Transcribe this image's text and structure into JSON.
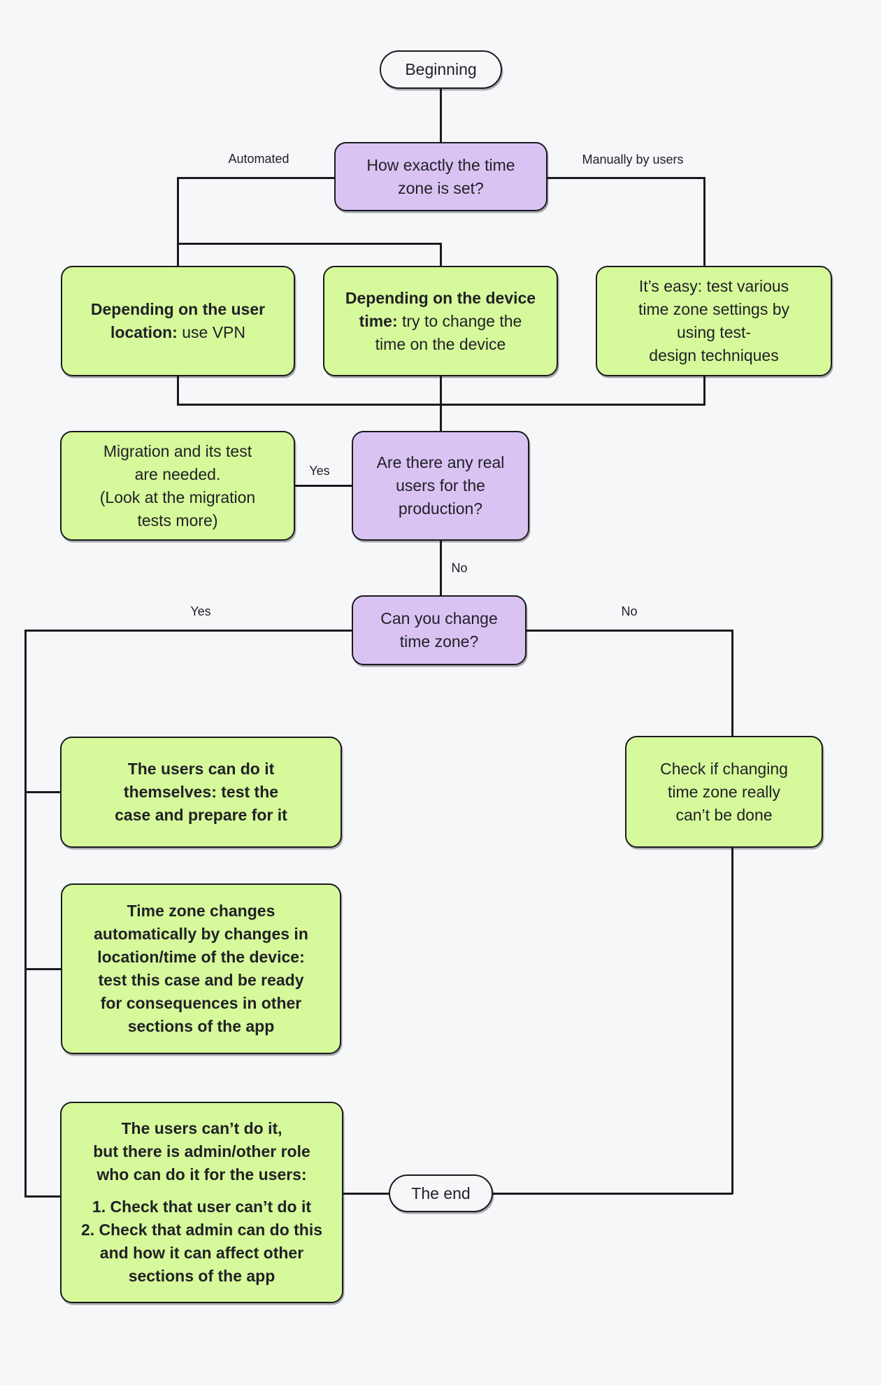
{
  "colors": {
    "background": "#f6f7f9",
    "decision_fill": "#d9c3f3",
    "action_fill": "#d6f99b",
    "stroke": "#1b1b1f",
    "text": "#212126"
  },
  "flowchart": {
    "start": {
      "label": "Beginning"
    },
    "q_time_zone_set": {
      "text": "How exactly the time\nzone is set?"
    },
    "by_location": {
      "bold": "Depending on the user\nlocation:",
      "rest": " use VPN"
    },
    "by_device_time": {
      "bold": "Depending on the device\ntime:",
      "rest": " try to change the\ntime on the device"
    },
    "manual_easy": {
      "text": "It’s easy: test various\ntime zone settings by\nusing test-\ndesign techniques"
    },
    "migration": {
      "text": "Migration and its test\nare needed.\n(Look at the migration\ntests more)"
    },
    "q_real_users": {
      "text": "Are there any real\nusers for the\nproduction?"
    },
    "q_can_change": {
      "text": "Can you change\ntime zone?"
    },
    "users_can_themselves": {
      "text": "The users can do it\nthemselves: test the\ncase and prepare for it"
    },
    "auto_changes": {
      "text": "Time zone changes\nautomatically by changes in\nlocation/time of the device:\ntest this case and be ready\nfor consequences in other\nsections of the app"
    },
    "users_cant": {
      "header": "The users can’t do it,\nbut there is admin/other role\nwho can do it for the users:",
      "list": "1. Check that user can’t do it\n2. Check that admin can do this\nand how it can affect other\nsections of the app"
    },
    "check_really_cant": {
      "text": "Check if changing\ntime zone really\ncan’t be done"
    },
    "end": {
      "label": "The end"
    },
    "edge_labels": {
      "automated": "Automated",
      "manually": "Manually by users",
      "yes_migration": "Yes",
      "no_real_users": "No",
      "yes_can_change": "Yes",
      "no_can_change": "No"
    }
  }
}
